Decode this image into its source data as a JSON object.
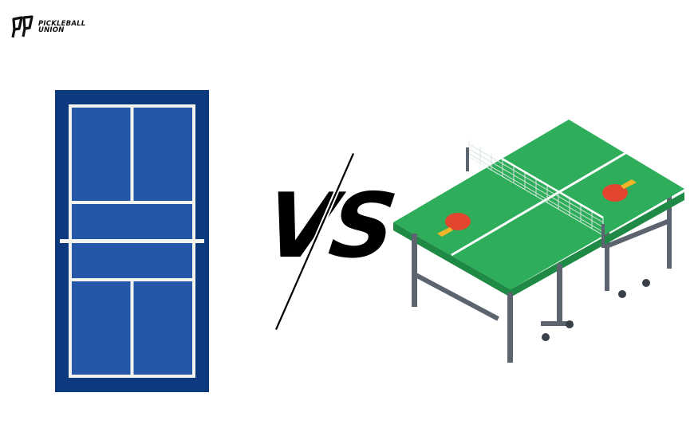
{
  "logo": {
    "line1": "PICKLEBALL",
    "line2": "UNION",
    "icon": "pickleball-union-mark-icon"
  },
  "versus": {
    "text": "VS"
  },
  "illustrations": {
    "left": "pickleball-court-icon",
    "right": "ping-pong-table-icon"
  },
  "colors": {
    "court_border": "#0d3a7e",
    "court_surface": "#2457a8",
    "court_lines": "#f2f2ee",
    "table_top": "#2eae5a",
    "table_edge": "#1f8a45",
    "table_legs": "#5c6470",
    "paddle_red": "#e2462f",
    "paddle_handle": "#f2b52a"
  }
}
